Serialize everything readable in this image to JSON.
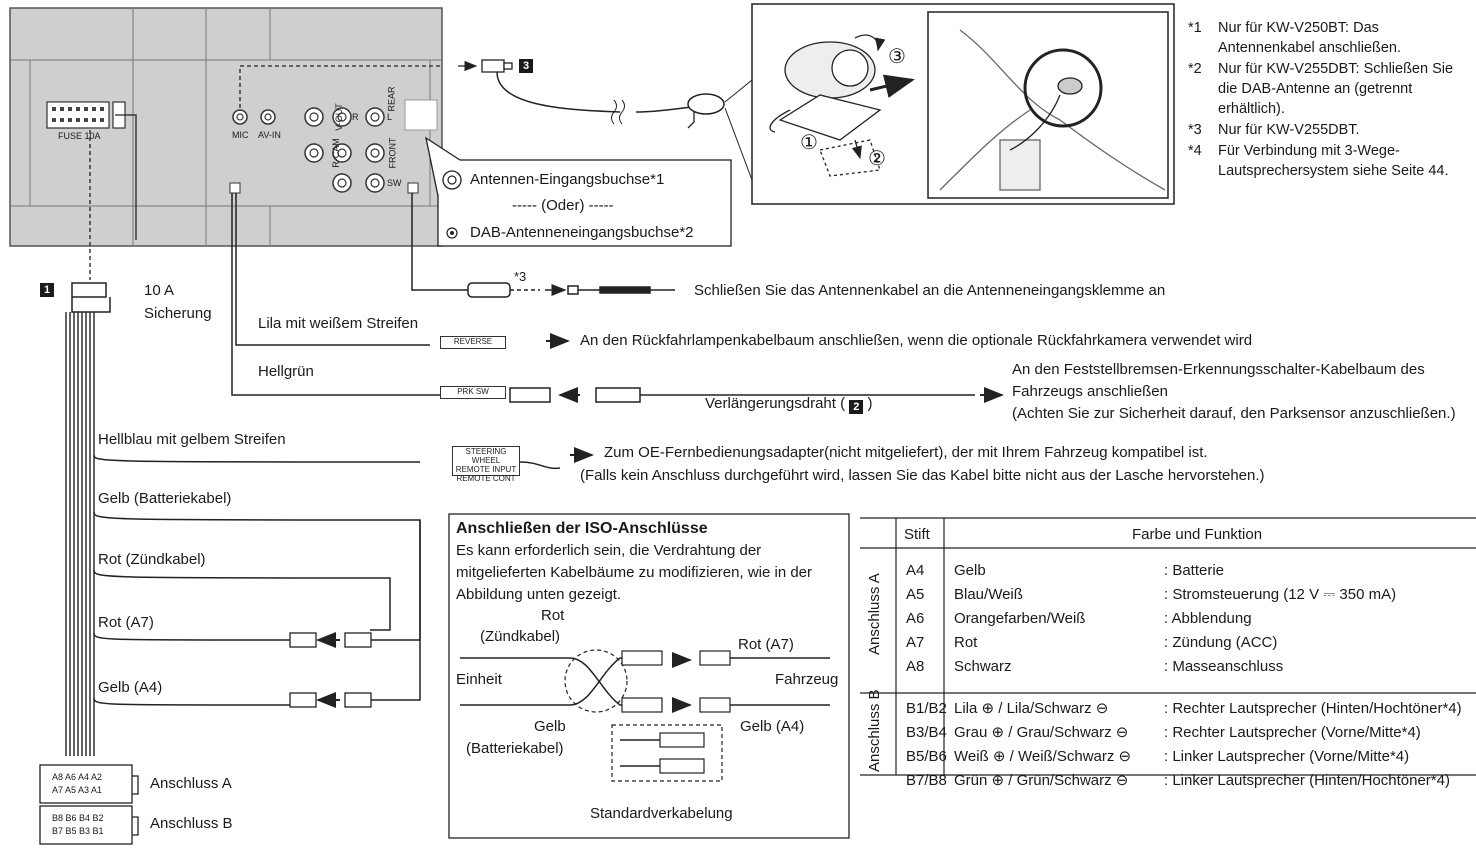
{
  "notes": [
    {
      "key": "*1",
      "text": "Nur für KW-V250BT: Das Antennenkabel anschließen."
    },
    {
      "key": "*2",
      "text": "Nur für KW-V255DBT: Schließen Sie die DAB-Antenne an (getrennt erhältlich)."
    },
    {
      "key": "*3",
      "text": "Nur für KW-V255DBT."
    },
    {
      "key": "*4",
      "text": "Für Verbindung mit 3-Wege-Lautsprechersystem siehe Seite 44."
    }
  ],
  "unit": {
    "fuse_label": "FUSE 10A",
    "jacks": {
      "mic": "MIC",
      "av_in": "AV-IN",
      "v_out": "V-OUT",
      "r": "R",
      "l": "L",
      "rear": "REAR",
      "r_cam": "R-CAM",
      "front": "FRONT",
      "sw": "SW"
    }
  },
  "antenna": {
    "input": "Antennen-Eingangsbuchse*1",
    "or": "----- (Oder) -----",
    "dab": "DAB-Antenneneingangsbuchse*2",
    "note3": "*3",
    "connect": "Schließen Sie das Antennenkabel an die Antenneneingangsklemme an"
  },
  "mic_steps": {
    "s1": "①",
    "s2": "②",
    "s3": "③"
  },
  "badges": {
    "b1": "1",
    "b2": "2",
    "b3": "3"
  },
  "fuse": {
    "line1": "10 A",
    "line2": "Sicherung"
  },
  "wires": {
    "lila": "Lila mit weißem Streifen",
    "reverse_tag": "REVERSE",
    "reverse_text": "An den Rückfahrlampenkabelbaum anschließen, wenn die optionale Rückfahrkamera verwendet wird",
    "hellgruen": "Hellgrün",
    "prk_tag": "PRK SW",
    "prk_text1": "An den Feststellbremsen-Erkennungsschalter-Kabelbaum des",
    "prk_text2": "Fahrzeugs anschließen",
    "prk_text3": "(Achten Sie zur Sicherheit darauf, den Parksensor anzuschließen.)",
    "ext_before": "Verlängerungsdraht (",
    "ext_after": ")",
    "hellblau": "Hellblau mit gelbem Streifen",
    "sw_tag1": "STEERING WHEEL",
    "sw_tag2": "REMOTE INPUT",
    "sw_tag3": "REMOTE CONT",
    "sw_text1": "Zum OE-Fernbedienungsadapter(nicht mitgeliefert), der mit Ihrem Fahrzeug kompatibel ist.",
    "sw_text2": "(Falls kein Anschluss durchgeführt wird, lassen Sie das Kabel bitte nicht aus der Lasche hervorstehen.)",
    "gelb_batt": "Gelb (Batteriekabel)",
    "rot_zuend": "Rot (Zündkabel)",
    "rot_a7": "Rot (A7)",
    "gelb_a4": "Gelb (A4)"
  },
  "connectors": {
    "a_label": "Anschluss A",
    "b_label": "Anschluss B",
    "a_pins_top": "A8 A6 A4 A2",
    "a_pins_bot": "A7 A5 A3 A1",
    "b_pins_top": "B8 B6 B4 B2",
    "b_pins_bot": "B7 B5 B3 B1"
  },
  "iso": {
    "title": "Anschließen der ISO-Anschlüsse",
    "desc1": "Es kann erforderlich sein, die Verdrahtung der",
    "desc2": "mitgelieferten Kabelbäume zu modifizieren, wie in der",
    "desc3": "Abbildung unten gezeigt.",
    "rot": "Rot",
    "zuend": "(Zündkabel)",
    "einheit": "Einheit",
    "gelb": "Gelb",
    "batt": "(Batteriekabel)",
    "rot_a7": "Rot (A7)",
    "fahrzeug": "Fahrzeug",
    "gelb_a4": "Gelb (A4)",
    "standard": "Standardverkabelung"
  },
  "pin_table": {
    "header_pin": "Stift",
    "header_func": "Farbe und Funktion",
    "group_a": "Anschluss A",
    "group_b": "Anschluss B",
    "rows_a": [
      {
        "pin": "A4",
        "color": "Gelb",
        "func": ": Batterie"
      },
      {
        "pin": "A5",
        "color": "Blau/Weiß",
        "func": ": Stromsteuerung (12 V ⎓ 350 mA)"
      },
      {
        "pin": "A6",
        "color": "Orangefarben/Weiß",
        "func": ": Abblendung"
      },
      {
        "pin": "A7",
        "color": "Rot",
        "func": ": Zündung (ACC)"
      },
      {
        "pin": "A8",
        "color": "Schwarz",
        "func": ": Masseanschluss"
      }
    ],
    "rows_b": [
      {
        "pin": "B1/B2",
        "color": "Lila ⊕ / Lila/Schwarz ⊖",
        "func": ": Rechter Lautsprecher (Hinten/Hochtöner*4)"
      },
      {
        "pin": "B3/B4",
        "color": "Grau ⊕ / Grau/Schwarz ⊖",
        "func": ": Rechter Lautsprecher (Vorne/Mitte*4)"
      },
      {
        "pin": "B5/B6",
        "color": "Weiß ⊕ / Weiß/Schwarz ⊖",
        "func": ": Linker Lautsprecher (Vorne/Mitte*4)"
      },
      {
        "pin": "B7/B8",
        "color": "Grün ⊕ / Grün/Schwarz ⊖",
        "func": ": Linker Lautsprecher (Hinten/Hochtöner*4)"
      }
    ]
  },
  "colors": {
    "unit_fill": "#cfcfcf",
    "unit_line": "#555555",
    "wire": "#222222"
  }
}
